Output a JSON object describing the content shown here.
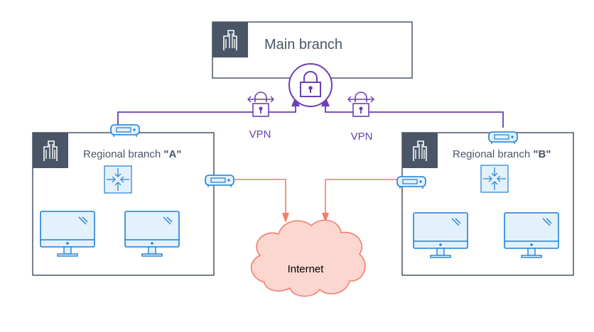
{
  "main_branch": {
    "label": "Main branch"
  },
  "branch_a": {
    "label_prefix": "Regional branch ",
    "label_suffix": "\"A\""
  },
  "branch_b": {
    "label_prefix": "Regional branch ",
    "label_suffix": "\"B\""
  },
  "vpn_left": {
    "label": "VPN"
  },
  "vpn_right": {
    "label": "VPN"
  },
  "internet": {
    "label": "Internet"
  },
  "colors": {
    "box_border": "#4a5668",
    "building_tile": "#4a5668",
    "vpn_line": "#6a3fb5",
    "internet_line": "#f47c6c",
    "cloud_fill": "#fbd7d0",
    "device_blue": "#1f7fd4",
    "device_fill": "#e3f1fc"
  }
}
